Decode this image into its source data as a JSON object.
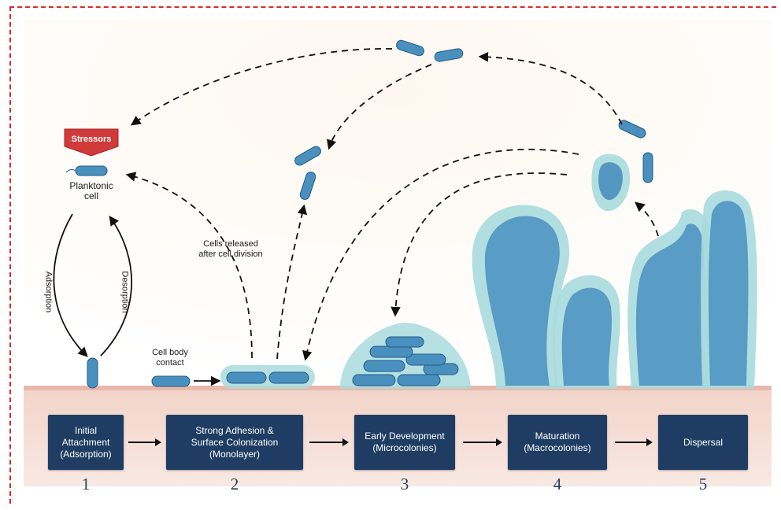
{
  "stressors_label": "Stressors",
  "planktonic_label": "Planktonic\ncell",
  "adsorption_label": "Adsorption",
  "desorption_label": "Desorption",
  "cell_body_contact_label": "Cell body\ncontact",
  "cells_released_label": "Cells released\nafter cell division",
  "stages": [
    {
      "label": "Initial\nAttachment\n(Adsorption)",
      "number": "1"
    },
    {
      "label": "Strong Adhesion &\nSurface Colonization\n(Monolayer)",
      "number": "2"
    },
    {
      "label": "Early Development\n(Microcolonies)",
      "number": "3"
    },
    {
      "label": "Maturation\n(Macrocolonies)",
      "number": "4"
    },
    {
      "label": "Dispersal",
      "number": "5"
    }
  ],
  "colors": {
    "frame": "#d92b2b",
    "stage_box": "#1f3d63",
    "cell": "#4a90bf",
    "matrix": "#a9dadd",
    "surface": "#ecc9bd",
    "stressors": "#d13a3a"
  }
}
